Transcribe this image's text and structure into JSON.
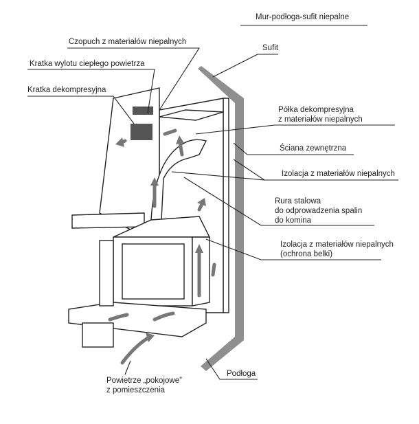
{
  "labels": {
    "wall_floor_ceiling": "Mur-podłoga-sufit niepalne",
    "flue_pipe": "Czopuch z materiałów niepalnych",
    "ceiling": "Sufit",
    "hot_air_grille": "Kratka wylotu ciepłego powietrza",
    "decompression_grille": "Kratka dekompresyjna",
    "decompression_shelf": [
      "Półka dekompresyjna",
      "z materiałów niepalnych"
    ],
    "external_wall": "Ściana zewnętrzna",
    "insulation": "Izolacja z materiałów niepalnych",
    "steel_pipe": [
      "Rura stalowa",
      "do odprowadzenia spalin",
      "do komina"
    ],
    "insulation_beam": [
      "Izolacja z materiałów niepalnych",
      "(ochrona belki)"
    ],
    "floor": "Podłoga",
    "room_air": [
      "Powietrze „pokojowe”",
      "z pomieszczenia"
    ]
  },
  "colors": {
    "wall": "#8f8f8f",
    "arrow": "#777777",
    "line": "#222222"
  }
}
